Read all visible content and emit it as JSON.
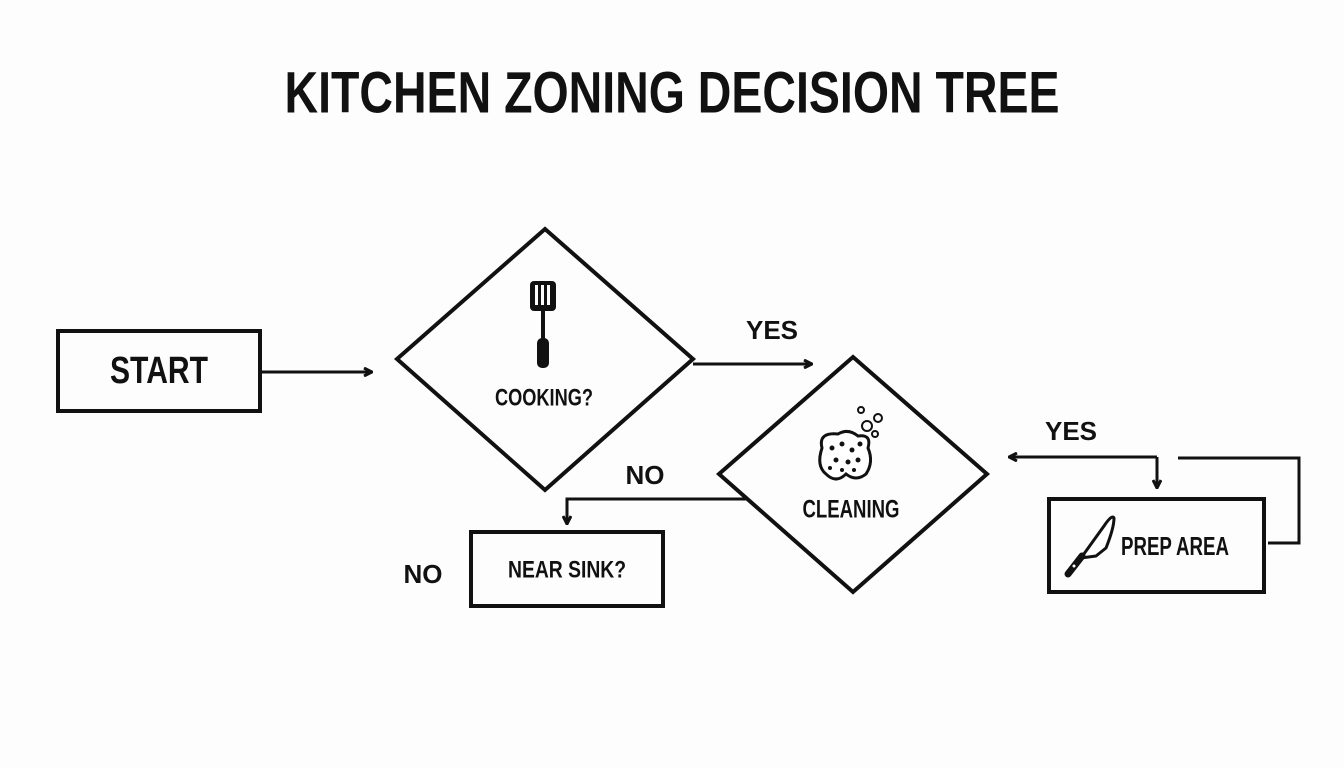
{
  "title": "KITCHEN ZONING DECISION TREE",
  "colors": {
    "ink": "#111111",
    "background": "#fdfdfd"
  },
  "nodes": {
    "start": {
      "label": "START",
      "shape": "rectangle"
    },
    "cooking": {
      "label": "COOKING?",
      "shape": "diamond",
      "icon": "spatula-icon"
    },
    "cleaning": {
      "label": "CLEANING",
      "shape": "diamond",
      "icon": "sponge-icon"
    },
    "near_sink": {
      "label": "NEAR SINK?",
      "shape": "rectangle"
    },
    "prep_area": {
      "label": "PREP AREA",
      "shape": "rectangle",
      "icon": "knife-icon"
    }
  },
  "edge_labels": {
    "cooking_yes": "YES",
    "cooking_no": "NO",
    "prep_yes": "YES",
    "near_sink_no": "NO"
  }
}
